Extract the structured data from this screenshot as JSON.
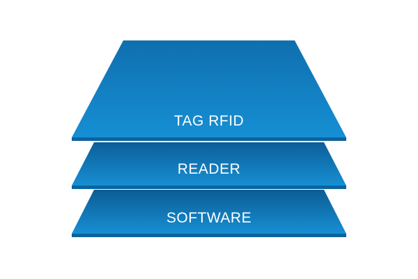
{
  "diagram": {
    "layers": [
      {
        "label": "TAG RFID"
      },
      {
        "label": "READER"
      },
      {
        "label": "SOFTWARE"
      }
    ],
    "colors": {
      "background": "#ffffff",
      "layer_top": "#0d75b8",
      "layer_bottom": "#1590d6",
      "layer_edge": "#0a5f99",
      "label": "#ffffff"
    }
  }
}
